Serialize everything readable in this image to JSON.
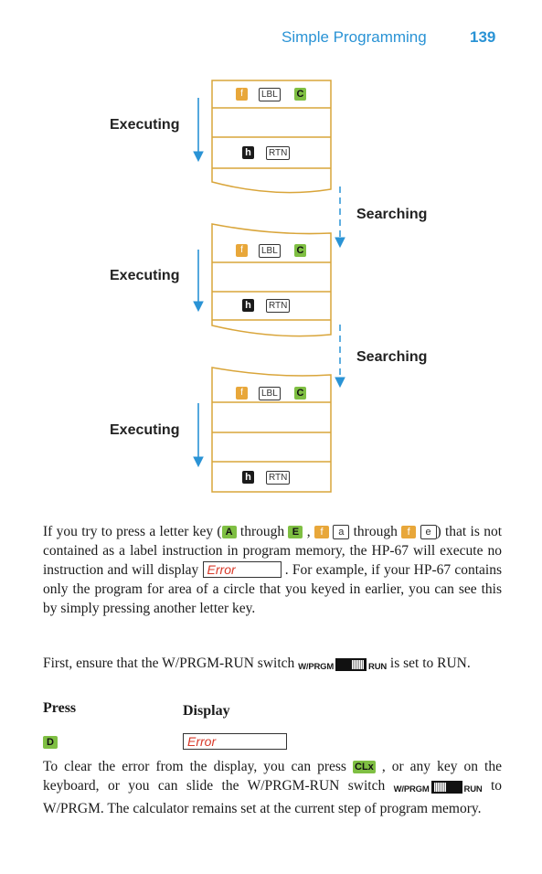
{
  "header": {
    "title": "Simple Programming",
    "page_number": "139"
  },
  "diagram": {
    "executing_label": "Executing",
    "searching_label": "Searching",
    "key_f": "f",
    "key_lbl": "LBL",
    "key_c": "C",
    "key_h": "h",
    "key_rtn": "RTN"
  },
  "body": {
    "p1_a": "If you try to press a letter key (",
    "key_A": "A",
    "p1_through1": " through ",
    "key_E": "E",
    "p1_comma": " , ",
    "key_f": "f",
    "key_a": "a",
    "p1_through2": " through ",
    "key_e": "e",
    "p1_b": ") that is not contained as a label instruction in program memory, the HP-67 will execute no instruction and will display ",
    "error_text": "Error",
    "p1_c": " . For example, if your HP-67 contains only the program for area of a circle that you keyed in earlier, you can see this by simply pressing another letter key.",
    "p2_a": "First, ensure that the W/PRGM-RUN switch ",
    "switch_left": "W/PRGM",
    "switch_right": "RUN",
    "p2_b": " is set to RUN.",
    "press_header": "Press",
    "display_header": "Display",
    "press_key": "D",
    "display_error": "Error",
    "p3_a": "To clear the error from the display, you can press ",
    "key_clx": "CLx",
    "p3_b": " , or any key on the keyboard, or you can slide the W/PRGM-RUN switch ",
    "p3_c": " to W/PRGM. The calculator remains set at the current step of program memory."
  },
  "colors": {
    "accent_blue": "#2a93d5",
    "panel_gold": "#d9a53a",
    "key_gold": "#e8a73a",
    "key_green": "#7fbf43",
    "error_red": "#d83a2a"
  }
}
